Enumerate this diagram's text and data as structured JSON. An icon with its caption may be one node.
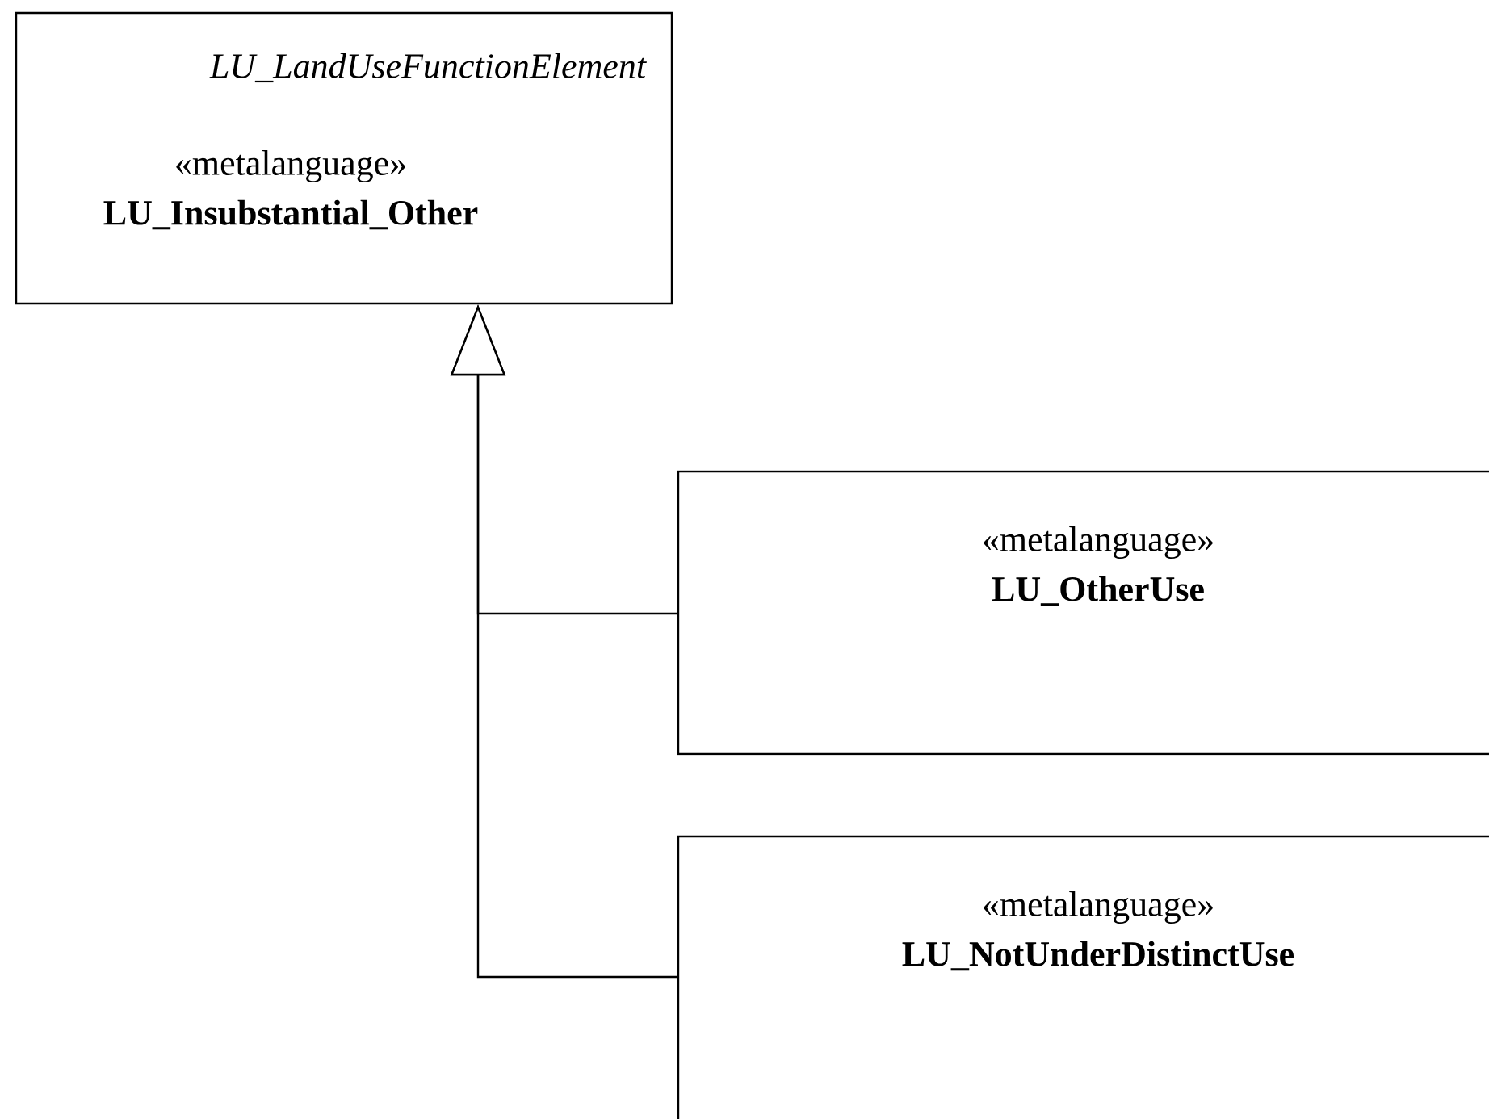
{
  "diagram": {
    "nodes": [
      {
        "text": [
          "LU_LandUseFunctionElement",
          "«metalanguage»",
          "LU_Insubstantial_Other"
        ]
      },
      {
        "text": [
          "«metalanguage»",
          "LU_OtherUse"
        ]
      },
      {
        "text": [
          "«metalanguage»",
          "LU_NotUnderDistinctUse"
        ]
      }
    ],
    "edges": [
      {
        "from": 1,
        "to": 0,
        "arrow": "to"
      },
      {
        "from": 2,
        "to": 0,
        "arrow": "to"
      }
    ]
  }
}
